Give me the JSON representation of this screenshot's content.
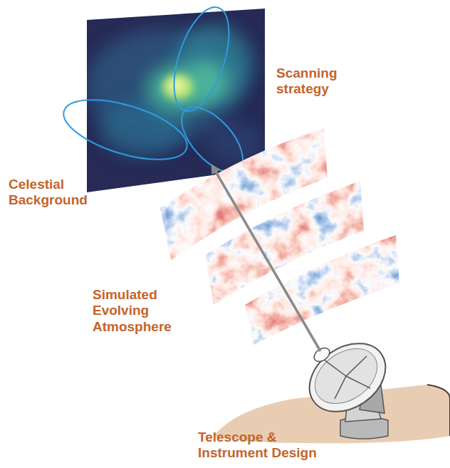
{
  "diagram": {
    "labels": [
      "Scanning strategy",
      "Celestial Background",
      "Simulated Evolving Atmosphere",
      "Telescope & Instrument Design"
    ]
  }
}
